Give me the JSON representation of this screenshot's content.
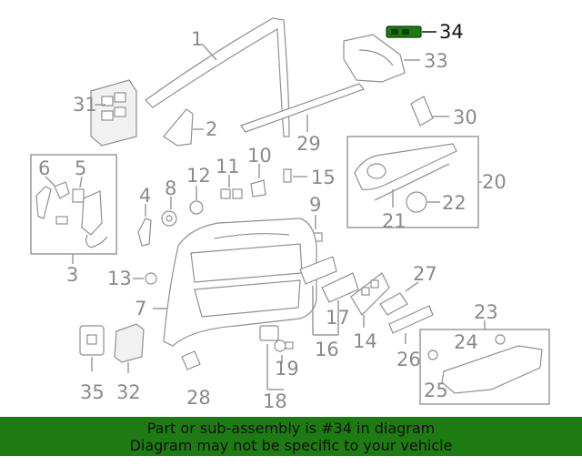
{
  "callouts": {
    "c1": "1",
    "c2": "2",
    "c3": "3",
    "c4": "4",
    "c5": "5",
    "c6": "6",
    "c7": "7",
    "c8": "8",
    "c9": "9",
    "c10": "10",
    "c11": "11",
    "c12": "12",
    "c13": "13",
    "c14": "14",
    "c15": "15",
    "c16": "16",
    "c17": "17",
    "c18": "18",
    "c19": "19",
    "c20": "20",
    "c21": "21",
    "c22": "22",
    "c23": "23",
    "c24": "24",
    "c25": "25",
    "c26": "26",
    "c27": "27",
    "c28": "28",
    "c29": "29",
    "c30": "30",
    "c31": "31",
    "c32": "32",
    "c33": "33",
    "c34": "34",
    "c35": "35"
  },
  "highlight": {
    "part": "34",
    "color": "#1e7a12"
  },
  "banner": {
    "line1": "Part or sub-assembly is #34 in diagram",
    "line2": "Diagram may not be specific to your vehicle",
    "color": "#1e7a12"
  }
}
